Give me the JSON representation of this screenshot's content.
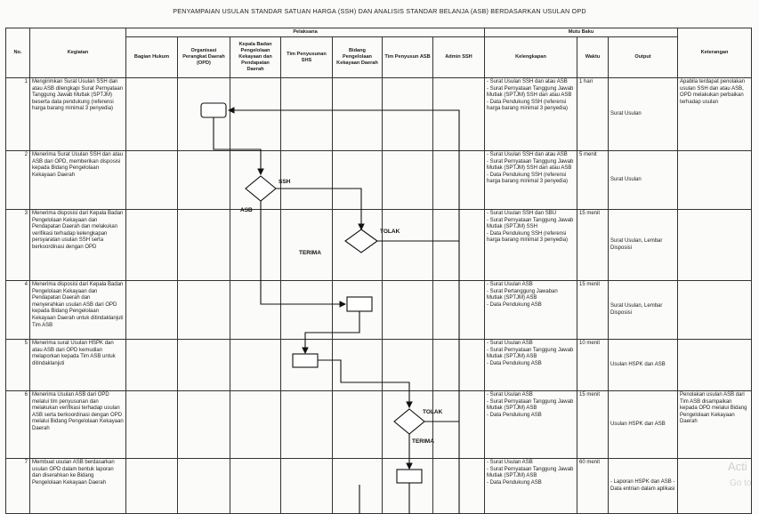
{
  "title": "PENYAMPAIAN USULAN STANDAR SATUAN HARGA (SSH) DAN ANALISIS STANDAR BELANJA (ASB) BERDASARKAN USULAN OPD",
  "headers": {
    "no": "No.",
    "kegiatan": "Kegiatan",
    "pelaksana": "Pelaksana",
    "mutu_baku": "Mutu Baku",
    "keterangan": "Keterangan",
    "lanes": [
      "Bagian Hukum",
      "Organisasi Perangkat Daerah (OPD)",
      "Kepala Badan Pengelolaan Kekayaan dan Pendapatan Daerah",
      "Tim Penyusunan SHS",
      "Bidang Pengelolaan Kekayaan Daerah",
      "Tim Penyusun ASB",
      "Admin SSH"
    ],
    "kelengkapan": "Kelengkapan",
    "waktu": "Waktu",
    "output": "Output"
  },
  "rows": [
    {
      "no": "1",
      "kegiatan": "Mengirimkan Surat Usulan SSH dan atau ASB dilengkapi Surat Pernyataan Tanggung Jawab Mutlak (SPTJM) beserta data pendukung (referensi harga barang minimal 3 penyedia)",
      "kelengkapan": "- Surat Usulan SSH dan atau ASB\n- Surat Pernyataan Tanggung Jawab Mutlak (SPTJM) SSH dan atau ASB\n- Data Pendukung SSH (referensi harga barang minimal 3 penyedia)",
      "waktu": "1 hari",
      "output": "Surat Usulan",
      "keterangan": "Apabila terdapat penolakan usulan SSH dan atau ASB, OPD melakukan perbaikan terhadap usulan"
    },
    {
      "no": "2",
      "kegiatan": "Menerima Surat Usulan SSH dan atau ASB dari OPD, memberikan disposisi kepada Bidang Pengelolaan Kekayaan Daerah",
      "kelengkapan": "- Surat Usulan SSH dan atau ASB\n- Surat Pernyataan Tanggung Jawab Mutlak (SPTJM) SSH dan atau ASB\n- Data Pendukung SSH (referensi harga barang minimal 3 penyedia)",
      "waktu": "5 menit",
      "output": "Surat Usulan",
      "keterangan": ""
    },
    {
      "no": "3",
      "kegiatan": "Menerima disposisi dari Kepala Badan Pengelolaan Kekayaan dan Pendapatan Daerah dan melakukan verifikasi terhadap kelengkapan persyaratan usulan SSH serta berkoordinasi dengan OPD",
      "kelengkapan": "- Surat Usulan SSH dan SBU\n- Surat Pernyataan Tanggung Jawab Mutlak (SPTJM) SSH\n- Data Pendukung SSH (referensi harga barang minimal 3 penyedia)",
      "waktu": "15 menit",
      "output": "Surat Usulan, Lembar Disposisi",
      "keterangan": ""
    },
    {
      "no": "4",
      "kegiatan": "Menerima disposisi dari Kepala Badan Pengelolaan Kekayaan dan Pendapatan Daerah dan menyerahkan usulan ASB dari OPD kepada Bidang Pengelolaan Kekayaan Daerah untuk ditindaklanjuti Tim ASB",
      "kelengkapan": "- Surat Usulan ASB\n- Surat Pertanggung Jawaban Mutlak (SPTJM) ASB\n- Data Pendukung ASB",
      "waktu": "15 menit",
      "output": "Surat Usulan, Lembar Disposisi",
      "keterangan": ""
    },
    {
      "no": "5",
      "kegiatan": "Menerima surat Usulan HSPK dan atau ASB dari OPD kemudian melaporkan kepada Tim ASB untuk ditindaklanjuti",
      "kelengkapan": "- Surat Usulan ASB\n- Surat Pernyataan Tanggung Jawab Mutlak (SPTJM) ASB\n- Data Pendukung ASB",
      "waktu": "10 menit",
      "output": "Usulan HSPK dan ASB",
      "keterangan": ""
    },
    {
      "no": "6",
      "kegiatan": "Menerima Usulan ASB dari OPD melalui tim penyusunan dan melakukan verifikasi terhadap usulan ASB serta berkoordinasi dengan OPD melalui Bidang Pengelolaan Kekayaan Daerah",
      "kelengkapan": "- Surat Usulan ASB\n- Surat Pernyataan Tanggung Jawab Mutlak (SPTJM) ASB\n- Data Pendukung ASB",
      "waktu": "15 menit",
      "output": "Usulan HSPK dan ASB",
      "keterangan": "Penolakan usulan ASB dari Tim ASB disampaikan kepada OPD melalui Bidang Pengelolaan Kekayaan Daerah"
    },
    {
      "no": "7",
      "kegiatan": "Membuat usulan ASB berdasarkan usulan OPD dalam bentuk laporan dan diserahkan ke Bidang Pengelolaan Kekayaan Daerah",
      "kelengkapan": "- Surat Usulan ASB\n- Surat Pernyataan Tanggung Jawab Mutlak (SPTJM) ASB\n- Data Pendukung ASB",
      "waktu": "60 menit",
      "output": "- Laporan HSPK dan ASB\n- Data entrian dalam aplikasi",
      "keterangan": ""
    }
  ],
  "flow_labels": {
    "ssh": "SSH",
    "asb": "ASB",
    "tolak_1": "TOLAK",
    "terima_1": "TERIMA",
    "tolak_2": "TOLAK",
    "terima_2": "TERIMA"
  },
  "watermark": {
    "line1": "Acti",
    "line2": "Go to"
  }
}
